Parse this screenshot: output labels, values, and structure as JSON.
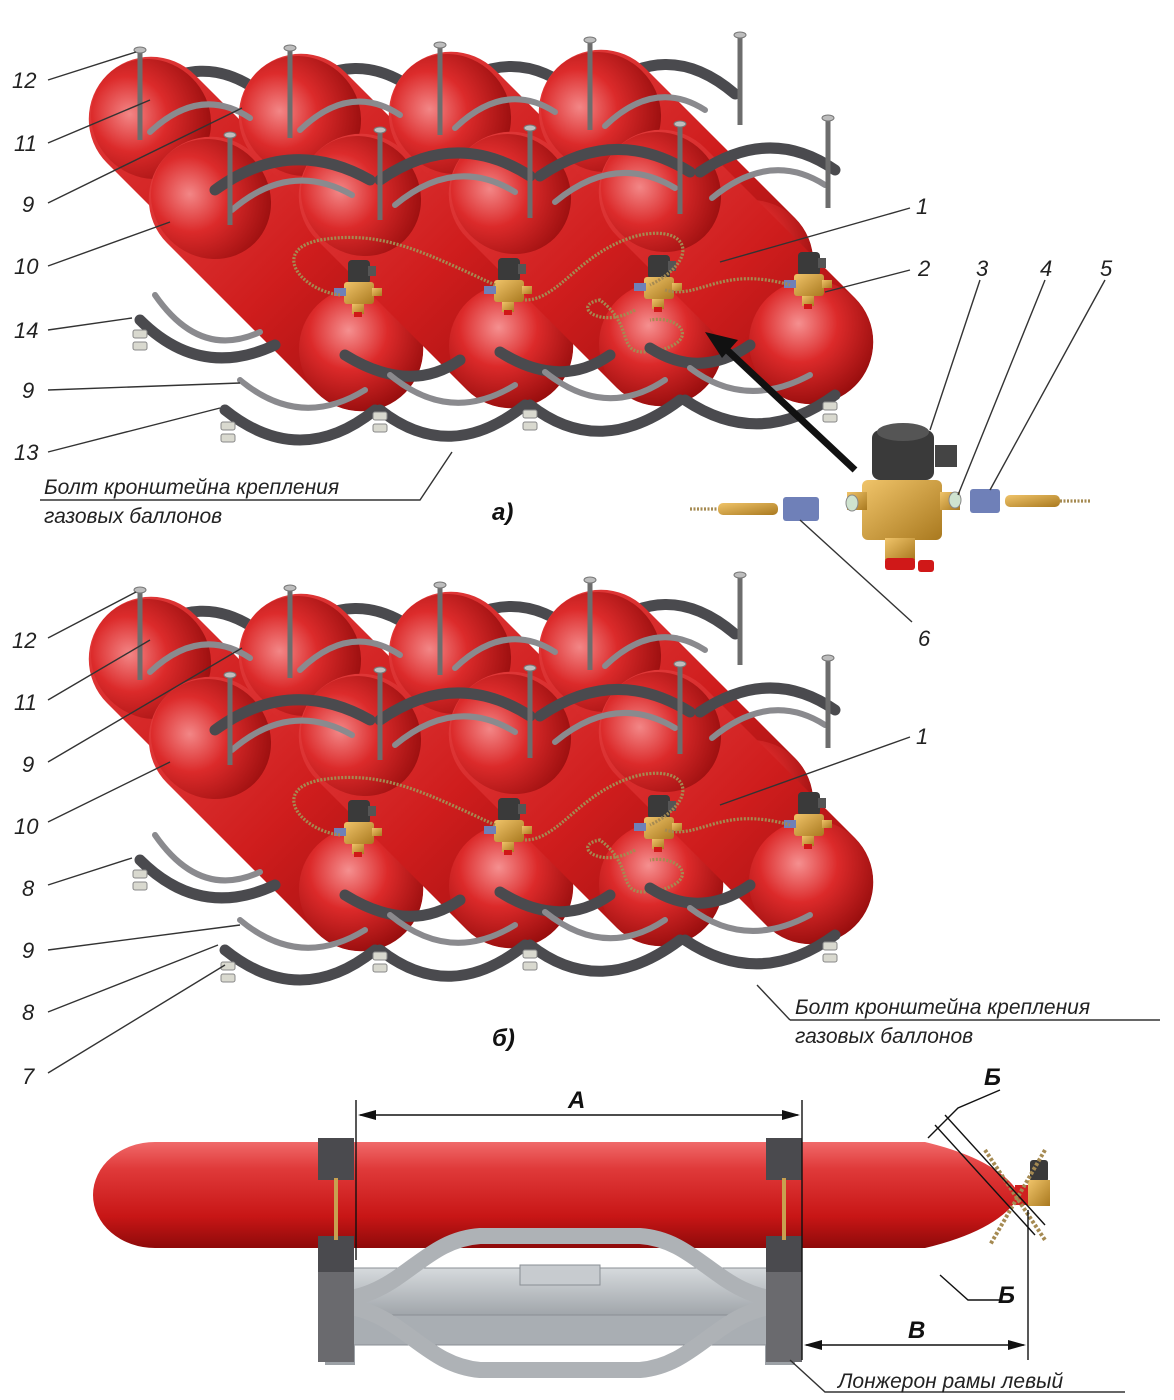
{
  "colors": {
    "cylinder_red": "#d21f1f",
    "cylinder_dark": "#8e0a0a",
    "strap_gray": "#4a4a4e",
    "frame_gray": "#b8bcc0",
    "brass": "#c99a3a",
    "valve_black": "#333333"
  },
  "labels_a": {
    "l12": "12",
    "l11": "11",
    "l9a": "9",
    "l10": "10",
    "l14": "14",
    "l9b": "9",
    "l13": "13",
    "l1": "1",
    "l2": "2",
    "l3": "3",
    "l4": "4",
    "l5": "5",
    "l6": "6"
  },
  "labels_b": {
    "l12": "12",
    "l11": "11",
    "l9a": "9",
    "l10": "10",
    "l8a": "8",
    "l9b": "9",
    "l8b": "8",
    "l7": "7",
    "l1": "1"
  },
  "captions": {
    "a": "а)",
    "b": "б)",
    "bolt_a_line1": "Болт кронштейна крепления",
    "bolt_a_line2": "газовых баллонов",
    "bolt_b_line1": "Болт кронштейна крепления",
    "bolt_b_line2": "газовых баллонов",
    "spar": "Лонжерон рамы левый"
  },
  "dimensions": {
    "A": "А",
    "B_top": "Б",
    "B_bottom": "Б",
    "V": "В"
  },
  "icons": {
    "valve": "solenoid-valve-icon",
    "cylinder": "gas-cylinder-icon",
    "strap": "clamp-strap-icon",
    "frame": "frame-bracket-icon"
  }
}
